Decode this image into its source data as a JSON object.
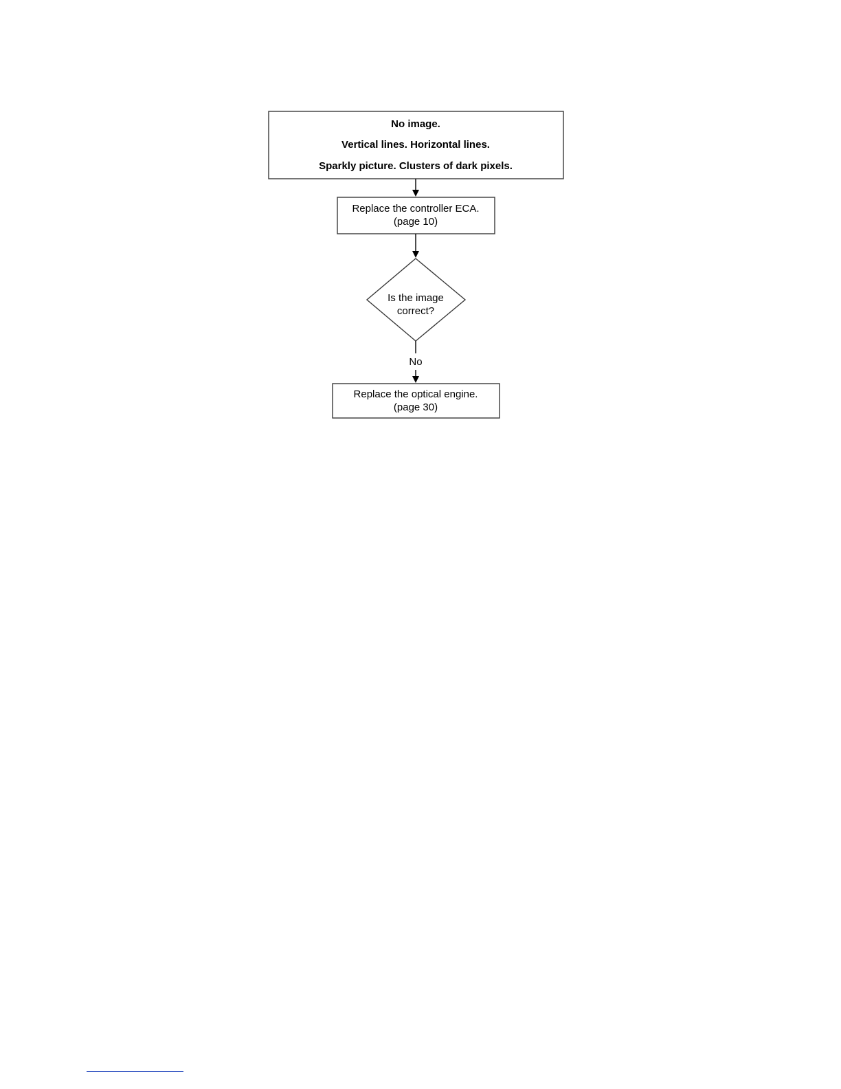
{
  "flowchart": {
    "symptom": {
      "line1": "No image.",
      "line2": "Vertical lines. Horizontal lines.",
      "line3": "Sparkly picture. Clusters of dark pixels."
    },
    "step_controller": {
      "line1": "Replace the controller ECA.",
      "line2": "(page 10)"
    },
    "decision": {
      "line1": "Is the image",
      "line2": "correct?"
    },
    "no_label": "No",
    "step_optical": {
      "line1": "Replace the optical engine.",
      "line2": "(page 30)"
    }
  },
  "colors": {
    "box_stroke": "#3a3a3a",
    "footer_rule": "#3a5bc4"
  }
}
